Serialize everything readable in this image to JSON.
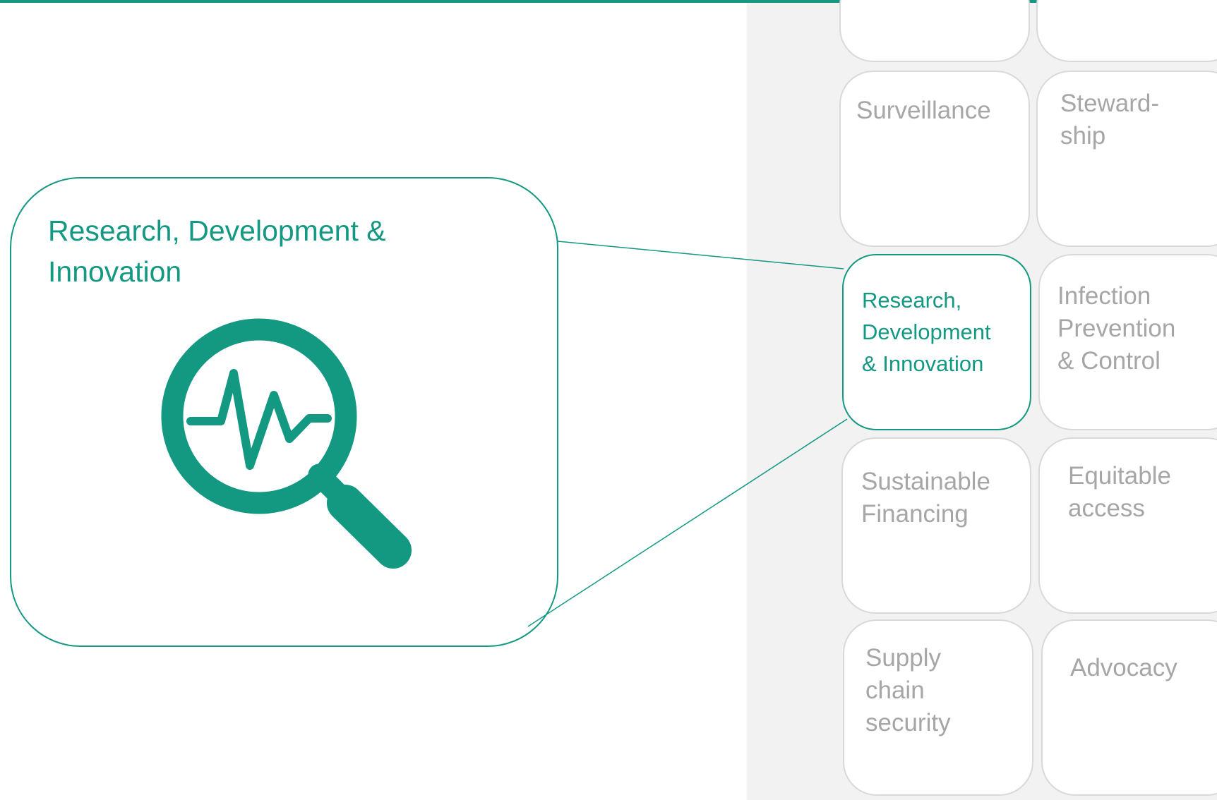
{
  "accent_color": "#139882",
  "panel_color": "#f2f2f2",
  "tile_text_color": "#a6a6a6",
  "zoomed": {
    "title": "Research, Development & Innovation",
    "icon": "magnifier-with-pulse-icon"
  },
  "tiles": [
    {
      "label": ""
    },
    {
      "label": ""
    },
    {
      "label": "Surveillance"
    },
    {
      "label": "Steward-\nship"
    },
    {
      "label": "Research,\nDevelopment\n& Innovation"
    },
    {
      "label": "Infection\nPrevention\n& Control"
    },
    {
      "label": "Sustainable\nFinancing"
    },
    {
      "label": "Equitable\naccess"
    },
    {
      "label": "Supply\nchain\nsecurity"
    },
    {
      "label": "Advocacy"
    }
  ]
}
